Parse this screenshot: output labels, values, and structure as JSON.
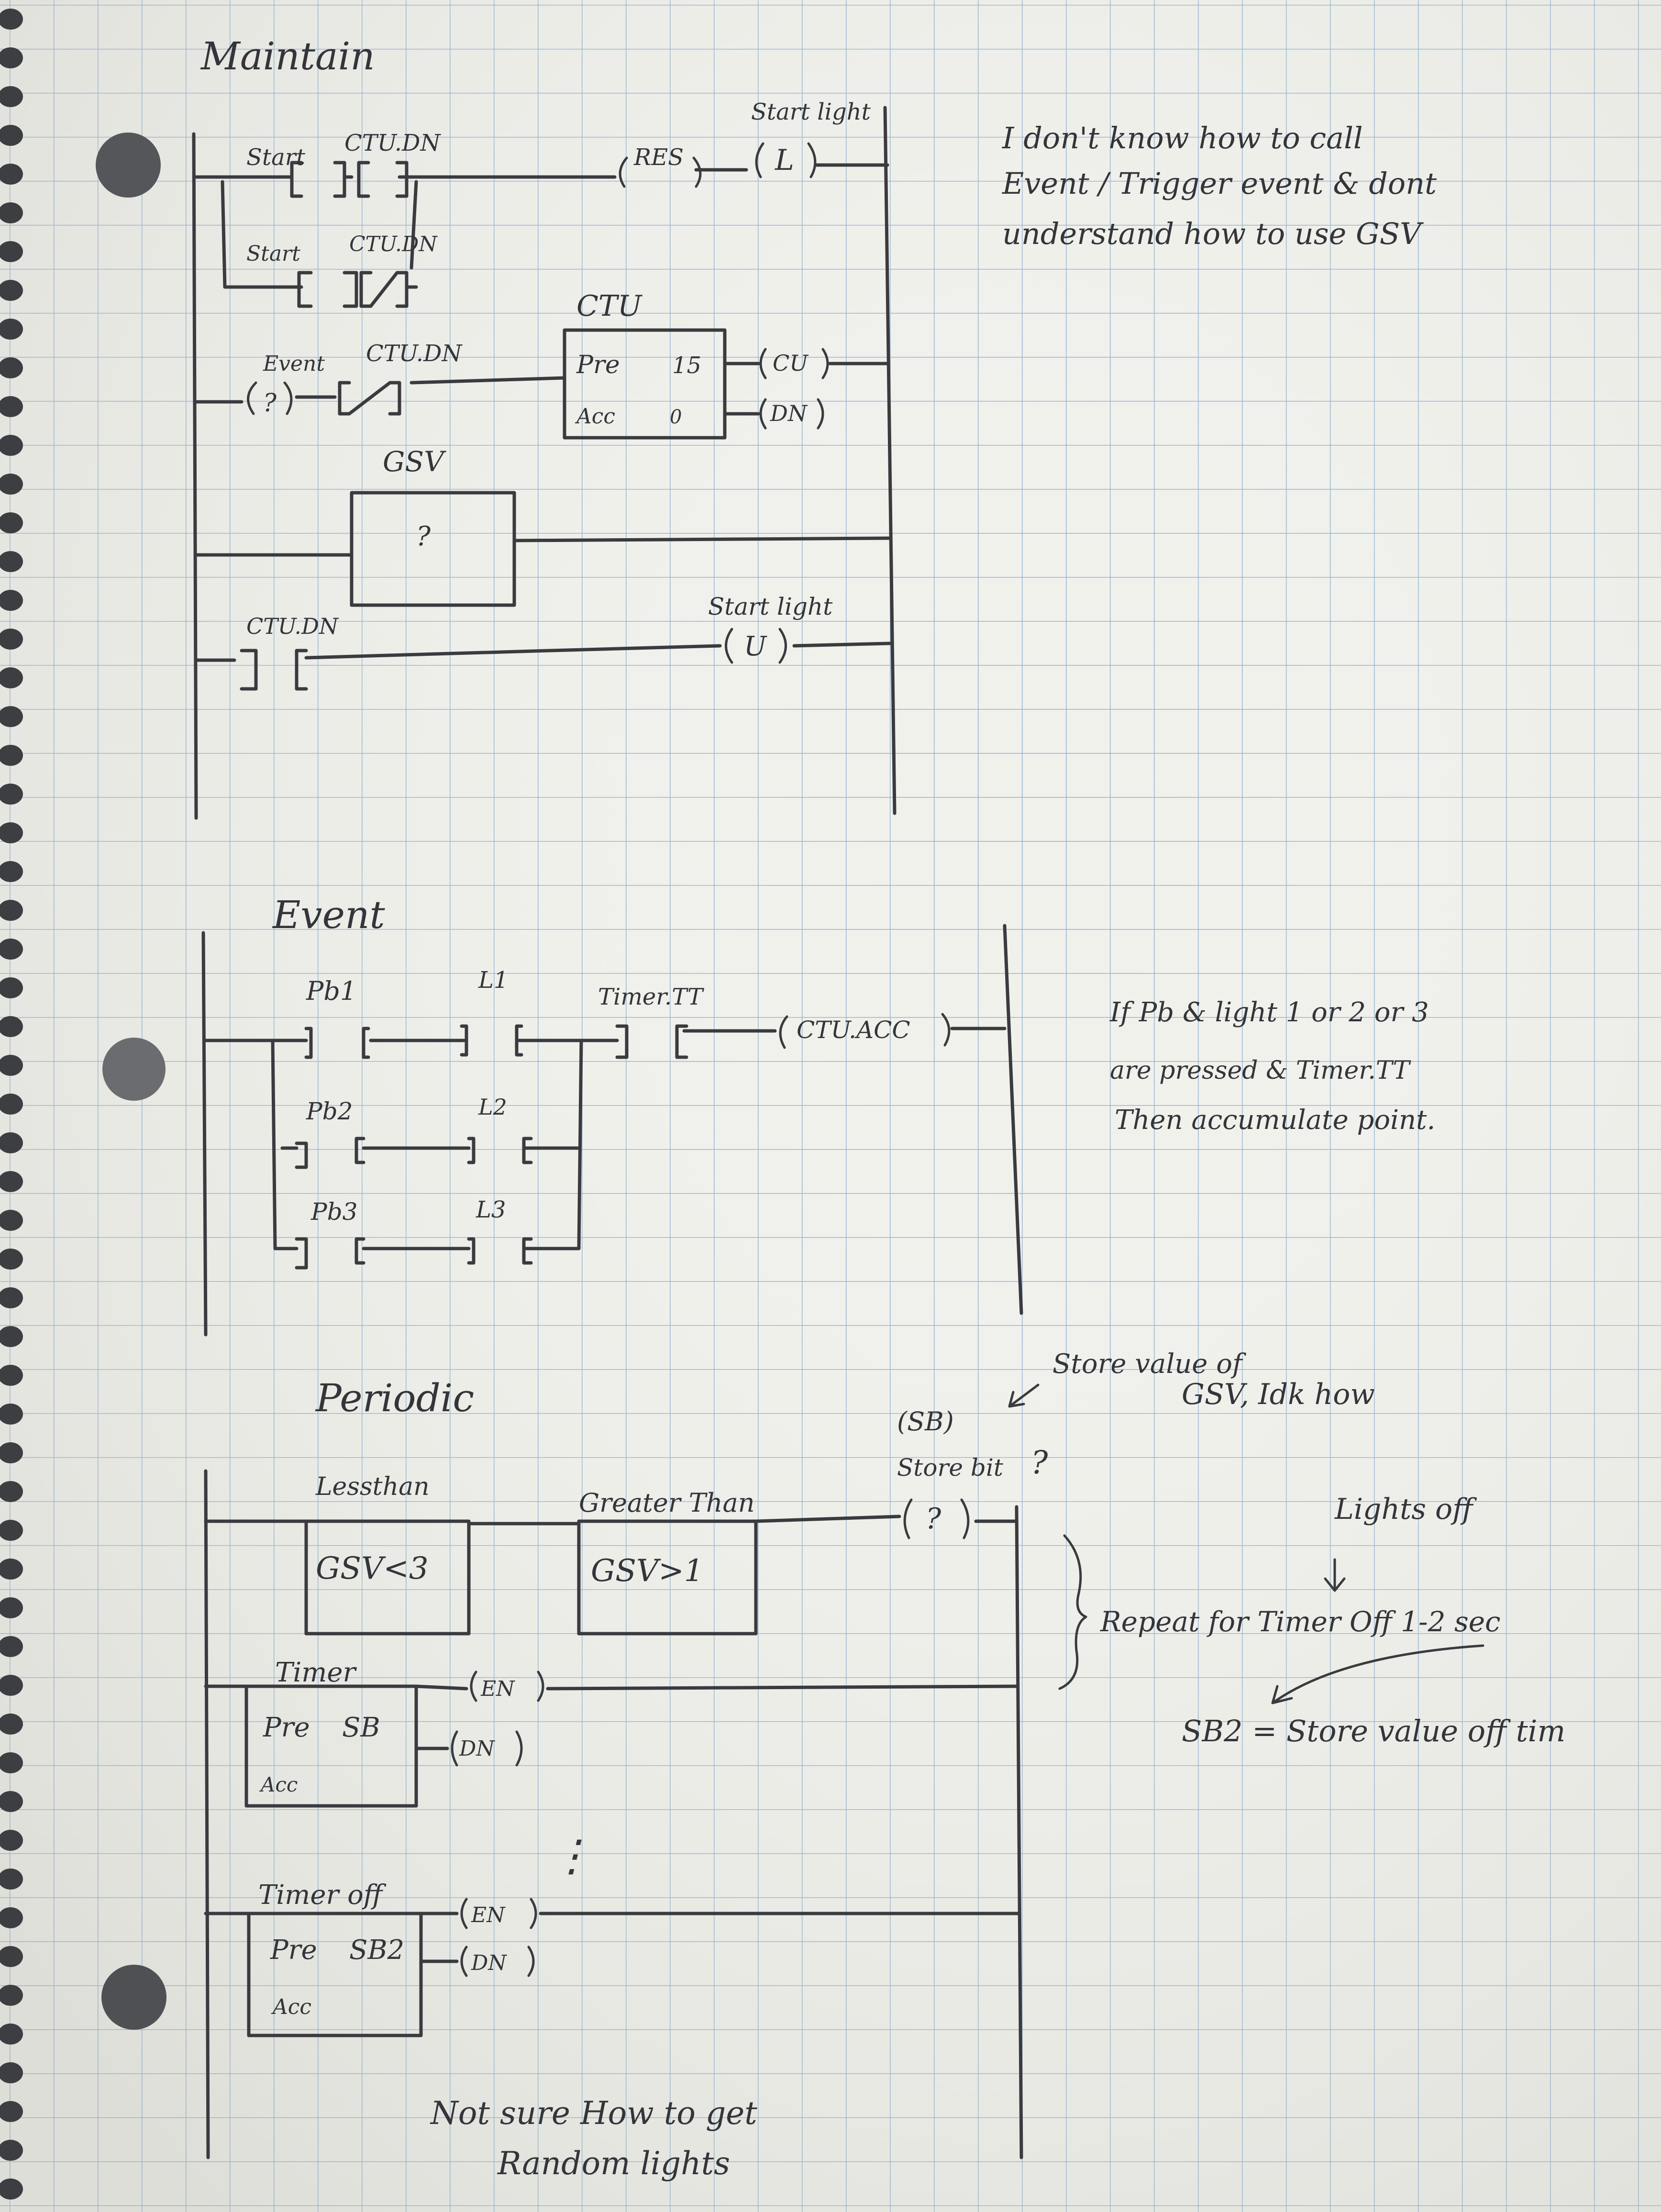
{
  "maintain": {
    "title": "Maintain",
    "rung1": {
      "contact1": "Start",
      "contact2": "CTU.DN",
      "coil1": "RES",
      "coil2": "L",
      "coil2_tag": "Start light"
    },
    "rung1_branch": {
      "contact1": "Start",
      "contact2": "CTU.DN"
    },
    "rung2": {
      "contact1": "Event",
      "contact1_symbol": "?",
      "contact2": "CTU.DN"
    },
    "ctu": {
      "name": "CTU",
      "pre_label": "Pre",
      "pre_value": "15",
      "acc_label": "Acc",
      "acc_value": "0",
      "out1": "CU",
      "out2": "DN"
    },
    "gsv": {
      "name": "GSV",
      "body": "?"
    },
    "rung4": {
      "contact": "CTU.DN",
      "coil": "U",
      "coil_tag": "Start light"
    },
    "note": [
      "I don't know how to call",
      "Event / Trigger event & dont",
      "understand how to use GSV"
    ]
  },
  "event": {
    "title": "Event",
    "pb1": "Pb1",
    "l1": "L1",
    "timer_tt": "Timer.TT",
    "coil": "CTU.ACC",
    "pb2": "Pb2",
    "l2": "L2",
    "pb3": "Pb3",
    "l3": "L3",
    "note": [
      "If Pb & light 1 or 2 or 3",
      "are pressed & Timer.TT",
      "Then accumulate point."
    ]
  },
  "periodic": {
    "title": "Periodic",
    "less_than": {
      "name": "Lessthan",
      "expr": "GSV<3"
    },
    "greater_than": {
      "name": "Greater Than",
      "expr": "GSV>1"
    },
    "store_bit": {
      "tag": "(SB)",
      "name": "Store bit",
      "symbol": "?",
      "question": "?"
    },
    "store_note": [
      "Store value of",
      "GSV, Idk how"
    ],
    "timer": {
      "name": "Timer",
      "pre_label": "Pre",
      "pre_value": "SB",
      "acc_label": "Acc",
      "out1": "EN",
      "out2": "DN"
    },
    "ellipsis": "⋮",
    "timer_off": {
      "name": "Timer off",
      "pre_label": "Pre",
      "pre_value": "SB2",
      "acc_label": "Acc",
      "out1": "EN",
      "out2": "DN"
    },
    "lights_off": "Lights off",
    "repeat_note": "Repeat for Timer Off 1-2 sec",
    "sb2_note": "SB2 = Store value off tim",
    "bottom_note": [
      "Not sure How to get",
      "Random lights"
    ]
  }
}
